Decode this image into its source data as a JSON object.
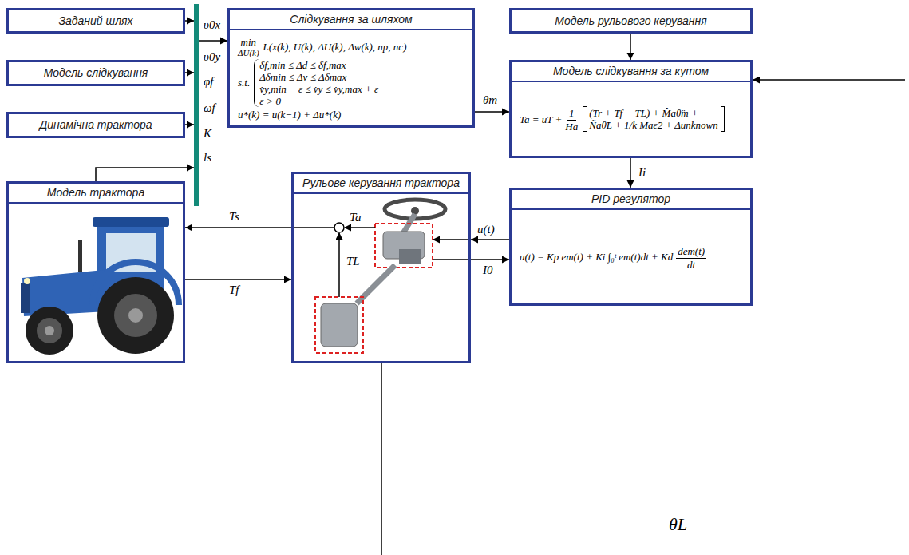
{
  "diagram": {
    "nodes": [
      {
        "text": [
          "Заданий шлях"
        ]
      },
      {
        "text": [
          "Модель слідкування"
        ]
      },
      {
        "text": [
          "Динамічна трактора"
        ]
      },
      {
        "text": [
          "υ0x",
          "υ0y",
          "φf",
          "ωf",
          "K",
          "ls"
        ]
      },
      {
        "text": [
          "Слідкування за шляхом",
          "min",
          "ΔU(k)",
          "L(x(k), U(k), ΔU(k), Δw(k), np, nc)",
          "s.t.",
          "δf,min ≤ Δd ≤ δf,max",
          "Δδmin ≤ Δv ≤ Δδmax",
          "v̇y,min − ε ≤ v̇y ≤ v̇y,max + ε",
          "ε > 0",
          "u*(k) = u(k−1) + Δu*(k)"
        ]
      },
      {
        "text": [
          "Модель рульового керування"
        ]
      },
      {
        "text": [
          "Модель слідкування за кутом",
          "Ta = uT +",
          "1",
          "Ha",
          "(Tr + Tf − TL) + M̂aθ̈m +",
          "Ñaθ̈L + 1/k Maε̇2 + Δunknown"
        ]
      },
      {
        "text": [
          "Модель трактора"
        ]
      },
      {
        "text": [
          "Рульове керування трактора"
        ]
      },
      {
        "text": [
          "PID регулятор",
          "u(t) = Kp em(t) + Ki ∫₀ᵗ em(t)dt + Kd",
          "dem(t)",
          "dt"
        ]
      }
    ],
    "edges": [
      {
        "from": 0,
        "to": 3,
        "arrow": "to"
      },
      {
        "from": 1,
        "to": 3,
        "arrow": "to"
      },
      {
        "from": 2,
        "to": 3,
        "arrow": "to"
      },
      {
        "from": 7,
        "to": 3,
        "arrow": "to"
      },
      {
        "from": 3,
        "to": 4,
        "arrow": "to"
      },
      {
        "from": 4,
        "to": 6,
        "label": "θm",
        "arrow": "to"
      },
      {
        "from": 5,
        "to": 6,
        "arrow": "to"
      },
      {
        "from": 6,
        "to": 9,
        "label": "Ii",
        "arrow": "to"
      },
      {
        "from": 9,
        "to": 8,
        "label": "u(t)",
        "arrow": "to"
      },
      {
        "from": 8,
        "to": 9,
        "label": "I0",
        "arrow": "to"
      },
      {
        "from": 8,
        "to": 7,
        "label": "Ts",
        "arrow": "to"
      },
      {
        "from": 7,
        "to": 8,
        "label": "Tf",
        "arrow": "to"
      }
    ],
    "labels": [
      "Ta",
      "TL",
      "θL"
    ]
  }
}
